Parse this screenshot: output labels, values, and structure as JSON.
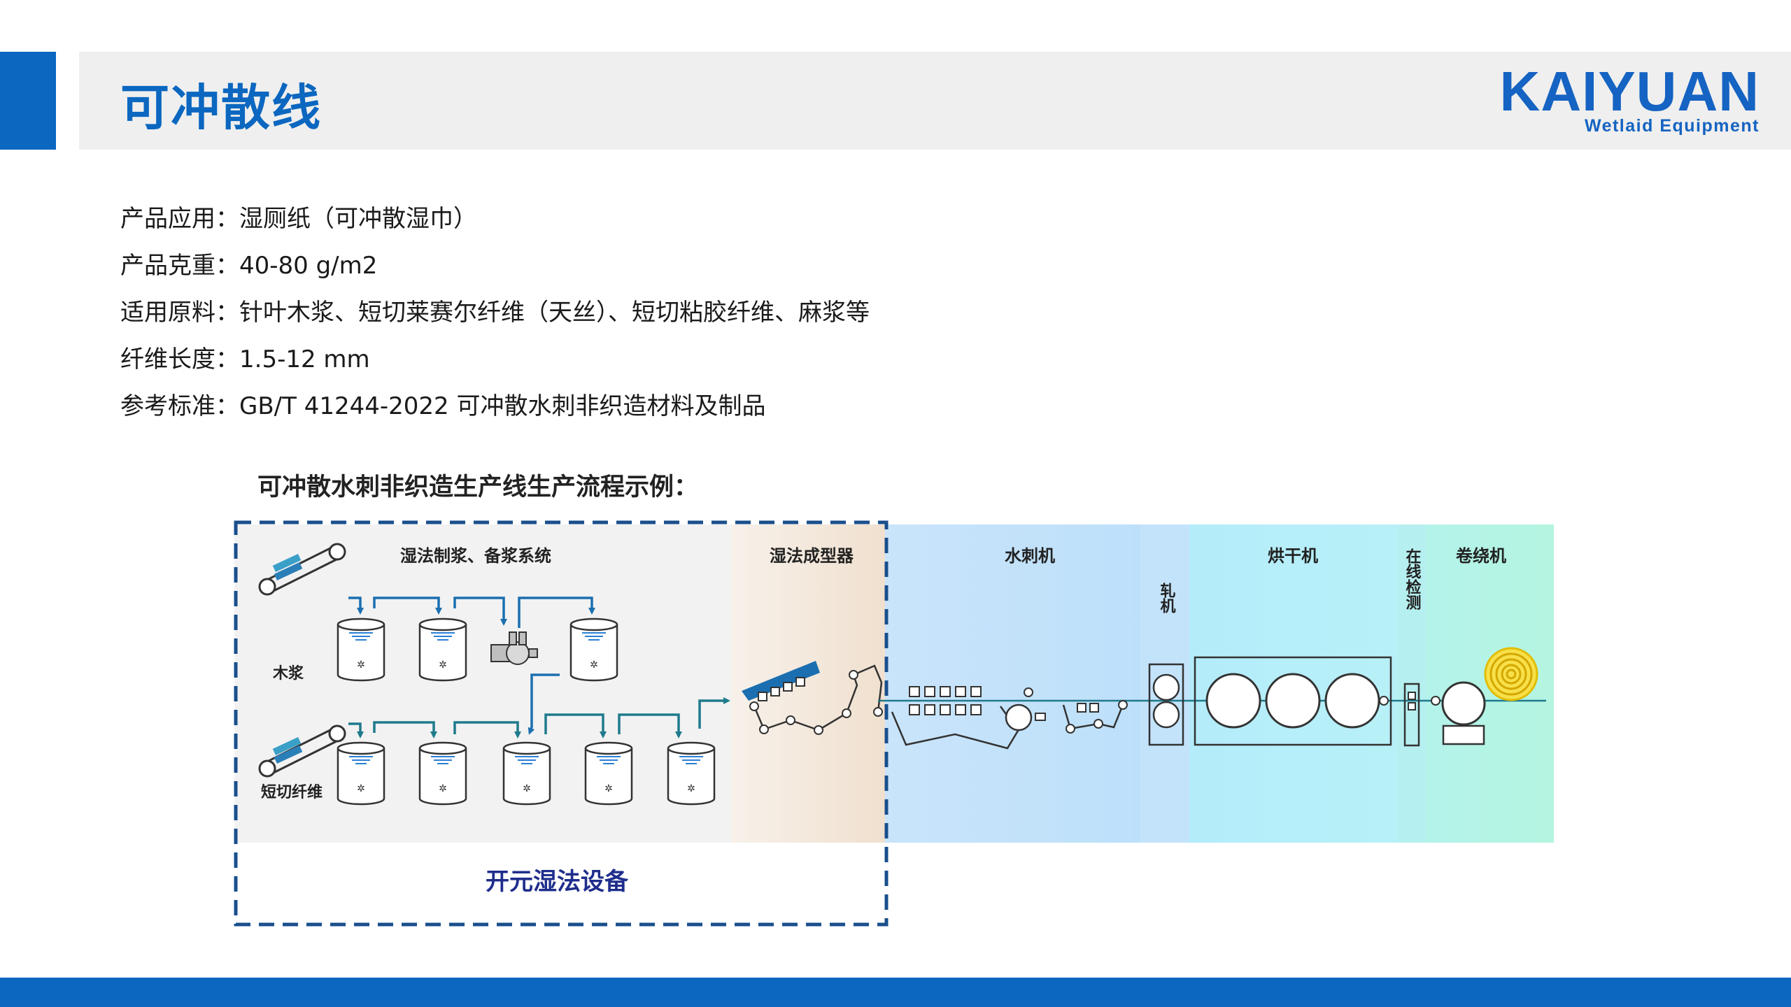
{
  "header": {
    "title": "可冲散线",
    "logo_text": "KAIYUAN",
    "logo_sub": "Wetlaid Equipment",
    "accent_color": "#0b67c0"
  },
  "info_lines": [
    "产品应用：湿厕纸（可冲散湿巾）",
    "产品克重：40-80 g/m2",
    "适用原料：针叶木浆、短切莱赛尔纤维（天丝）、短切粘胶纤维、麻浆等",
    "纤维长度：1.5-12 mm",
    "参考标准：GB/T 41244-2022 可冲散水刺非织造材料及制品"
  ],
  "diagram": {
    "caption": "可冲散水刺非织造生产线生产流程示例：",
    "sections": [
      "湿法制浆、备浆系统",
      "湿法成型器",
      "水刺机",
      "轧机",
      "烘干机",
      "在线检测",
      "卷绕机"
    ],
    "input_labels": [
      "木浆",
      "短切纤维"
    ],
    "box_label": "开元湿法设备"
  }
}
